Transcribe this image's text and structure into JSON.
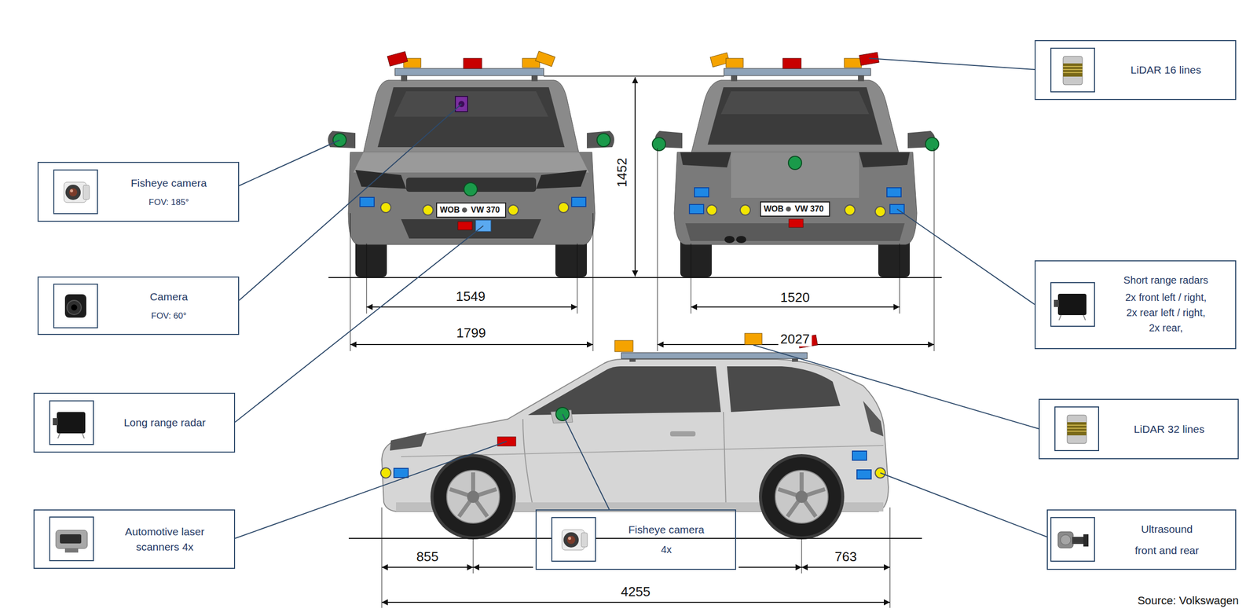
{
  "diagram": {
    "nodes": [
      {
        "text": [
          "Fisheye camera",
          "FOV: 185°"
        ]
      },
      {
        "text": [
          "Camera",
          "FOV: 60°"
        ]
      },
      {
        "text": [
          "Long range radar"
        ]
      },
      {
        "text": [
          "Automotive laser scanners 4x"
        ]
      },
      {
        "text": [
          "Fisheye camera",
          "4x"
        ]
      },
      {
        "text": [
          "LiDAR 16 lines"
        ]
      },
      {
        "text": [
          "Short range radars",
          "2x front left / right, 2x rear left / right, 2x rear,"
        ]
      },
      {
        "text": [
          "LiDAR 32 lines"
        ]
      },
      {
        "text": [
          "Ultrasound",
          "front and rear"
        ]
      }
    ],
    "labels": [
      "1452",
      "1549",
      "1799",
      "1520",
      "2027",
      "855",
      "763",
      "4255",
      "WOB",
      "VW 370",
      "WOB",
      "VW 370",
      "Source: Volkswagen"
    ]
  }
}
